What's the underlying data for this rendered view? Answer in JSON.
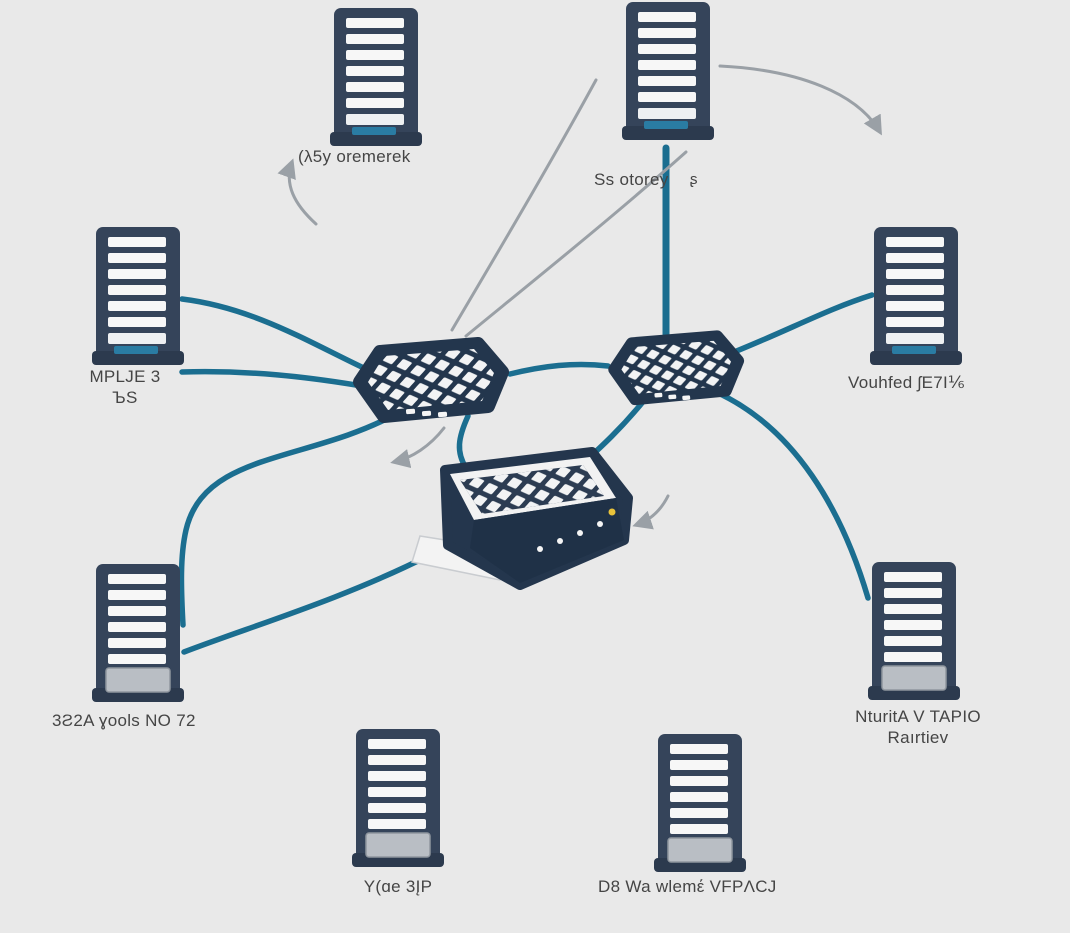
{
  "diagram": {
    "title": "network-topology-diagram",
    "background": "#e9e9e9",
    "colors": {
      "server_body": "#35445a",
      "server_base": "#2c3a4e",
      "stripe": "#f7f7f7",
      "accent_teal": "#2a7ca3",
      "panel_gray": "#b9bec4",
      "switch_body": "#23364d",
      "link": "#1b6e90",
      "arrow": "#9aa0a6",
      "label_text": "#454545"
    },
    "nodes": {
      "server_top_left": {
        "label": "(λ5y oremerek"
      },
      "server_top_center": {
        "label": "Ss otorey",
        "label_suffix": "ʂ"
      },
      "server_left": {
        "label": "MPLJE 3",
        "label2": "ЪS"
      },
      "server_right": {
        "label": "Vouhfed ʃE7I⅙"
      },
      "server_bottom_left": {
        "label": "3Ƨ2A ɣools NO 72"
      },
      "server_bottom_right": {
        "label": "NturitA V TAPIO",
        "label2": "Raırtiev"
      },
      "server_bottom_center_left": {
        "label": "Y(ɑe 3ĮP"
      },
      "server_bottom_center_right": {
        "label": "D8 Wa wlemέ VFPΛCJ"
      }
    }
  }
}
